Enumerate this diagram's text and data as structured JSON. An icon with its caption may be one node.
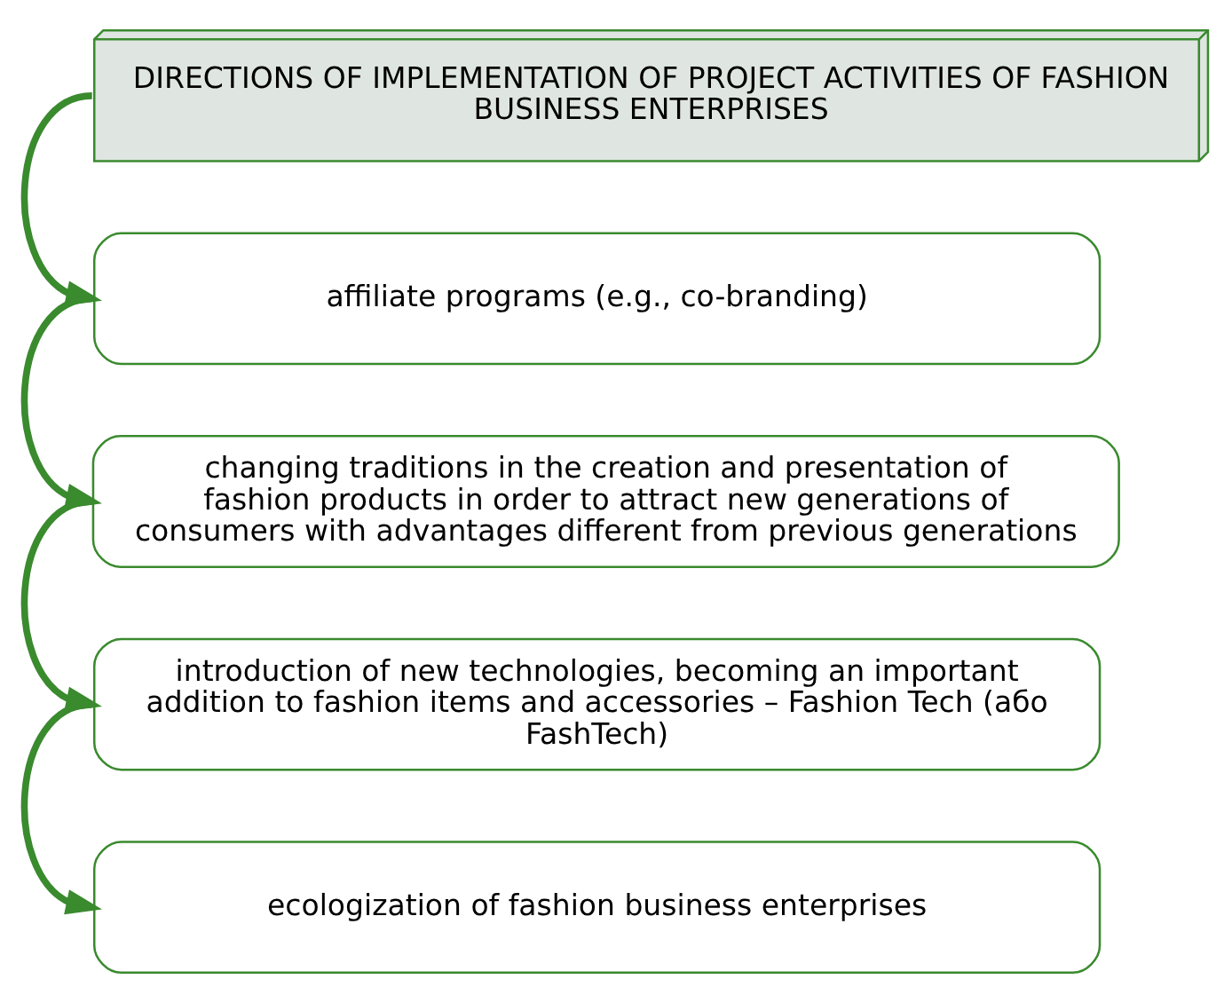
{
  "diagram": {
    "nodes": [
      {
        "text": [
          "DIRECTIONS OF IMPLEMENTATION OF PROJECT ACTIVITIES OF FASHION BUSINESS ENTERPRISES"
        ]
      },
      {
        "text": [
          "affiliate programs (e.g., co-branding)"
        ]
      },
      {
        "text": [
          "changing traditions in the creation and presentation of fashion products in order to attract new generations of consumers with advantages different from previous generations"
        ]
      },
      {
        "text": [
          "introduction of new technologies, becoming an important addition to fashion items and accessories – Fashion Tech (або FashTech)"
        ]
      },
      {
        "text": [
          "ecologization of fashion business enterprises"
        ]
      }
    ],
    "edges": [
      {
        "from": 0,
        "to": 1,
        "arrow": "to"
      },
      {
        "from": 1,
        "to": 2,
        "arrow": "to"
      },
      {
        "from": 2,
        "to": 3,
        "arrow": "to"
      },
      {
        "from": 3,
        "to": 4,
        "arrow": "to"
      }
    ]
  }
}
